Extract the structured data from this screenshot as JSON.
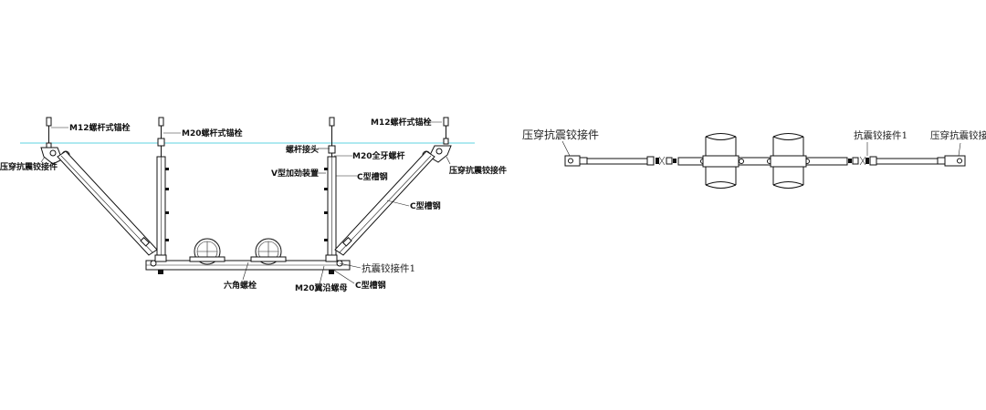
{
  "ceiling_line_color": "#5fd3e0",
  "left_view": {
    "labels": {
      "m12_anchor_left": "M12螺杆式锚栓",
      "m20_anchor": "M20螺杆式锚栓",
      "m12_anchor_right": "M12螺杆式锚栓",
      "crimp_left": "压穿抗震铰接件",
      "crimp_right": "压穿抗震铰接件",
      "rod_joint": "螺杆接头",
      "m20_full_thread": "M20全牙螺杆",
      "v_stiffener": "V型加劲装置",
      "c_channel_vertical": "C型槽钢",
      "c_channel_brace": "C型槽钢",
      "hinge_1": "抗震铰接件1",
      "hex_bolt": "六角螺栓",
      "m20_flange_nut": "M20翼沿螺母",
      "c_channel_bottom": "C型槽钢"
    }
  },
  "right_view": {
    "labels": {
      "crimp_left": "压穿抗震铰接件",
      "hinge_1": "抗震铰接件1",
      "crimp_right": "压穿抗震铰接件"
    }
  }
}
